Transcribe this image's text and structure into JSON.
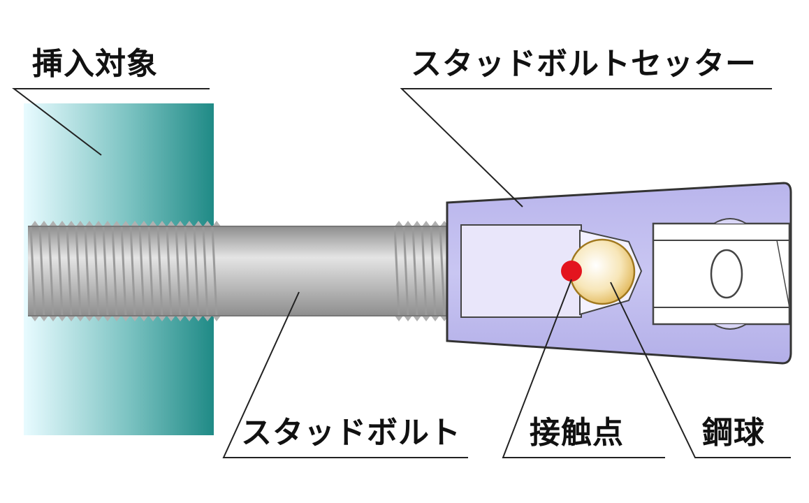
{
  "labels": {
    "insert_target": "挿入対象",
    "stud_bolt_setter": "スタッドボルトセッター",
    "stud_bolt": "スタッドボルト",
    "contact_point": "接触点",
    "steel_ball": "鋼球"
  },
  "colors": {
    "target_dark": "#1f8a86",
    "target_light": "#e8fbff",
    "setter_fill": "#c9c6f2",
    "setter_stroke": "#333333",
    "bolt_light": "#e4e4e4",
    "bolt_dark": "#8e8e8e",
    "ball_fill": "#f7e6b8",
    "ball_stroke": "#a0781e",
    "contact_point": "#e3141e",
    "leader": "#222222"
  }
}
